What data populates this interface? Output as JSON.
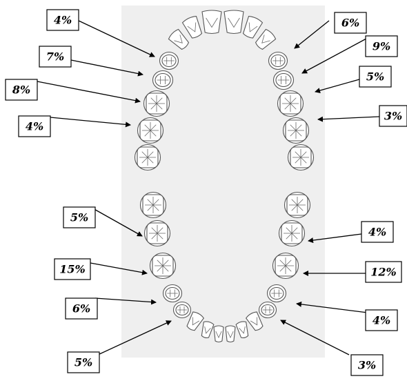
{
  "chart_data": {
    "type": "diagram",
    "labels": [
      {
        "id": "upper-right-1",
        "text": "4%"
      },
      {
        "id": "upper-right-2",
        "text": "7%"
      },
      {
        "id": "upper-right-3",
        "text": "8%"
      },
      {
        "id": "upper-right-4",
        "text": "4%"
      },
      {
        "id": "upper-left-1",
        "text": "6%"
      },
      {
        "id": "upper-left-2",
        "text": "9%"
      },
      {
        "id": "upper-left-3",
        "text": "5%"
      },
      {
        "id": "upper-left-4",
        "text": "3%"
      },
      {
        "id": "lower-right-1",
        "text": "5%"
      },
      {
        "id": "lower-right-2",
        "text": "15%"
      },
      {
        "id": "lower-right-3",
        "text": "6%"
      },
      {
        "id": "lower-right-4",
        "text": "5%"
      },
      {
        "id": "lower-left-1",
        "text": "4%"
      },
      {
        "id": "lower-left-2",
        "text": "12%"
      },
      {
        "id": "lower-left-3",
        "text": "4%"
      },
      {
        "id": "lower-left-4",
        "text": "3%"
      }
    ]
  },
  "colors": {
    "paper": "#efefef",
    "tooth_stroke": "#555555",
    "label_border": "#000000"
  }
}
